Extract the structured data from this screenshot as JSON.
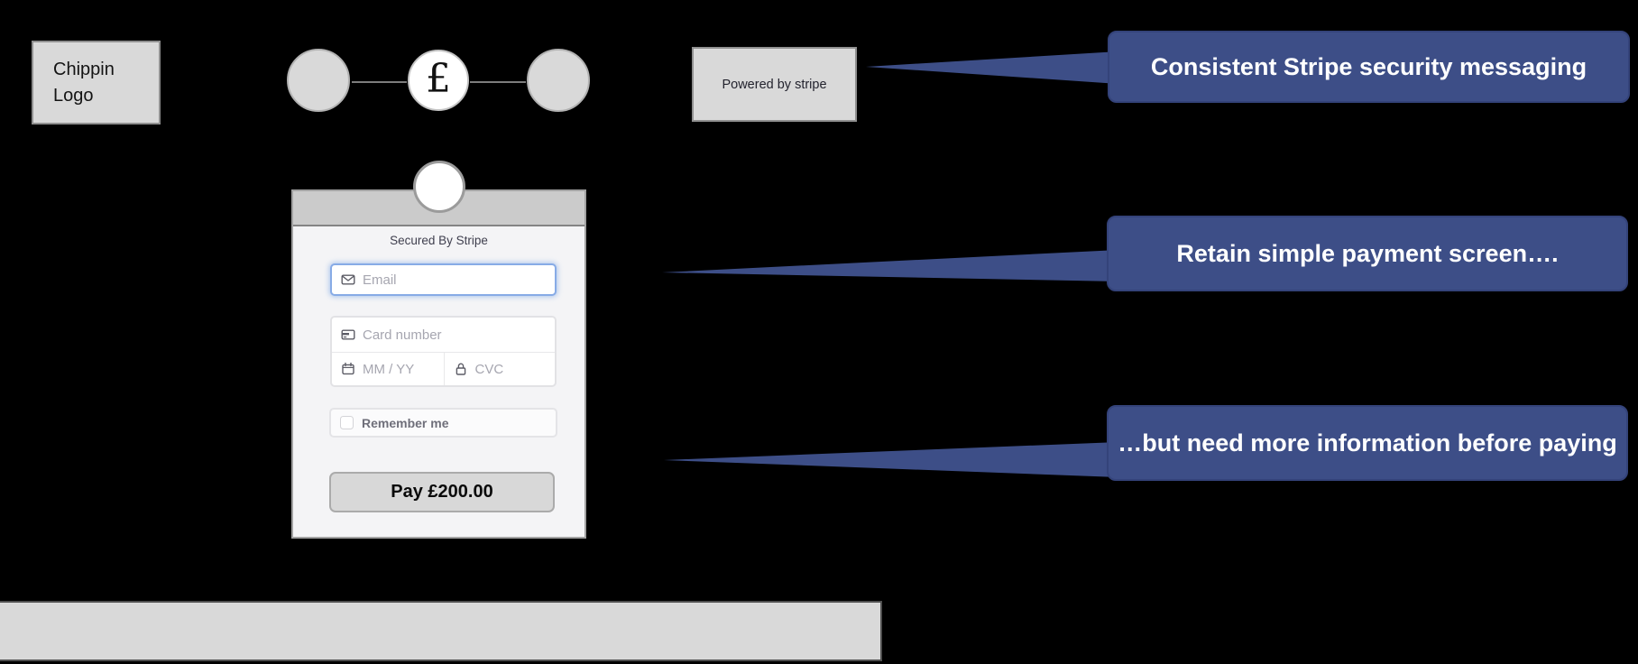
{
  "logo": {
    "line1": "Chippin",
    "line2": "Logo"
  },
  "steps": {
    "currency_symbol": "£"
  },
  "powered_badge": {
    "label": "Powered by stripe"
  },
  "callouts": [
    {
      "label": "Consistent Stripe security messaging"
    },
    {
      "label": "Retain simple payment screen…."
    },
    {
      "label": "…but need more information before paying"
    }
  ],
  "payment_modal": {
    "security_note": "Secured By Stripe",
    "email_placeholder": "Email",
    "card_number_placeholder": "Card number",
    "expiry_placeholder": "MM / YY",
    "cvc_placeholder": "CVC",
    "remember_label": "Remember me",
    "pay_button_label": "Pay £200.00"
  },
  "icons": {
    "email": "envelope-icon",
    "card_number": "credit-card-icon",
    "expiry": "calendar-icon",
    "cvc": "lock-icon"
  },
  "colors": {
    "background": "#000000",
    "callout_blue": "#3d4e87",
    "panel_gray": "#d9d9d9",
    "focus_blue": "#87abe6"
  }
}
